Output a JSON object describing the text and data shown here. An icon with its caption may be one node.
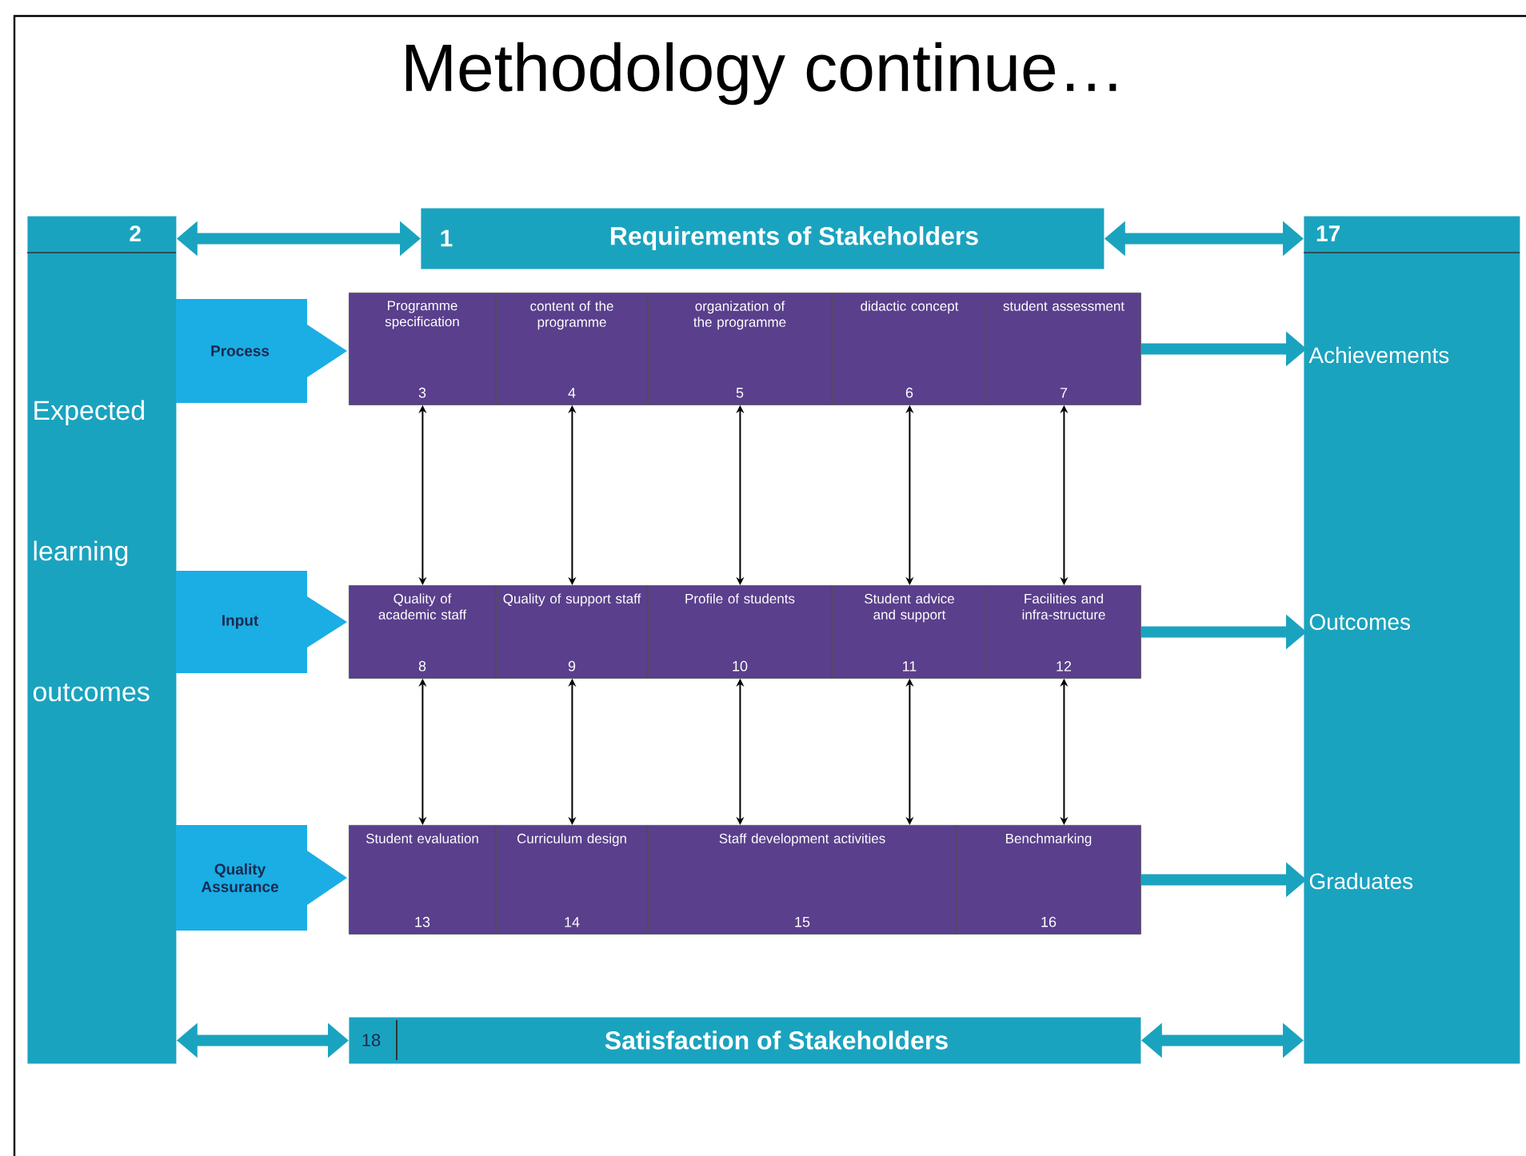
{
  "diagram": {
    "title": "Methodology continue…",
    "nodes": [
      {
        "text": [
          "2",
          "Expected learning outcomes"
        ]
      },
      {
        "text": [
          "1",
          "Requirements of Stakeholders"
        ]
      },
      {
        "text": [
          "17"
        ]
      },
      {
        "text": [
          "Achievements"
        ],
        "in": 2
      },
      {
        "text": [
          "Outcomes"
        ],
        "in": 2
      },
      {
        "text": [
          "Graduates"
        ],
        "in": 2
      },
      {
        "text": [
          "Process"
        ]
      },
      {
        "text": [
          "Input"
        ]
      },
      {
        "text": [
          "Quality Assurance"
        ]
      },
      {
        "text": [
          "Programme specification",
          "3"
        ]
      },
      {
        "text": [
          "content of the programme",
          "4"
        ]
      },
      {
        "text": [
          "organization of the programme",
          "5"
        ]
      },
      {
        "text": [
          "didactic concept",
          "6"
        ]
      },
      {
        "text": [
          "student assessment",
          "7"
        ]
      },
      {
        "text": [
          "Quality of academic staff",
          "8"
        ]
      },
      {
        "text": [
          "Quality of support staff",
          "9"
        ]
      },
      {
        "text": [
          "Profile of students",
          "10"
        ]
      },
      {
        "text": [
          "Student advice and support",
          "11"
        ]
      },
      {
        "text": [
          "Facilities and infra-structure",
          "12"
        ]
      },
      {
        "text": [
          "Student evaluation",
          "13"
        ]
      },
      {
        "text": [
          "Curriculum design",
          "14"
        ]
      },
      {
        "text": [
          "Staff development activities",
          "15"
        ]
      },
      {
        "text": [
          "Benchmarking",
          "16"
        ]
      },
      {
        "text": [
          "18",
          "Satisfaction of Stakeholders"
        ]
      }
    ],
    "edges": [
      {
        "from": 0,
        "to": 1,
        "arrow": "both",
        "style": "thick",
        "color": "#1aa3bf"
      },
      {
        "from": 1,
        "to": 2,
        "arrow": "both",
        "style": "thick",
        "color": "#1aa3bf"
      },
      {
        "from": 13,
        "to": 3,
        "arrow": "to",
        "style": "thick",
        "color": "#1aa3bf"
      },
      {
        "from": 18,
        "to": 4,
        "arrow": "to",
        "style": "thick",
        "color": "#1aa3bf"
      },
      {
        "from": 22,
        "to": 5,
        "arrow": "to",
        "style": "thick",
        "color": "#1aa3bf"
      },
      {
        "from": 0,
        "to": 23,
        "arrow": "both",
        "style": "thick",
        "color": "#1aa3bf"
      },
      {
        "from": 23,
        "to": 2,
        "arrow": "both",
        "style": "thick",
        "color": "#1aa3bf"
      },
      {
        "from": 9,
        "to": 14,
        "arrow": "both"
      },
      {
        "from": 10,
        "to": 15,
        "arrow": "both"
      },
      {
        "from": 11,
        "to": 16,
        "arrow": "both"
      },
      {
        "from": 12,
        "to": 17,
        "arrow": "both"
      },
      {
        "from": 13,
        "to": 18,
        "arrow": "both"
      },
      {
        "from": 14,
        "to": 19,
        "arrow": "both"
      },
      {
        "from": 15,
        "to": 20,
        "arrow": "both"
      },
      {
        "from": 16,
        "to": 21,
        "arrow": "both"
      },
      {
        "from": 17,
        "to": 21,
        "arrow": "both"
      },
      {
        "from": 18,
        "to": 22,
        "arrow": "both"
      }
    ]
  }
}
